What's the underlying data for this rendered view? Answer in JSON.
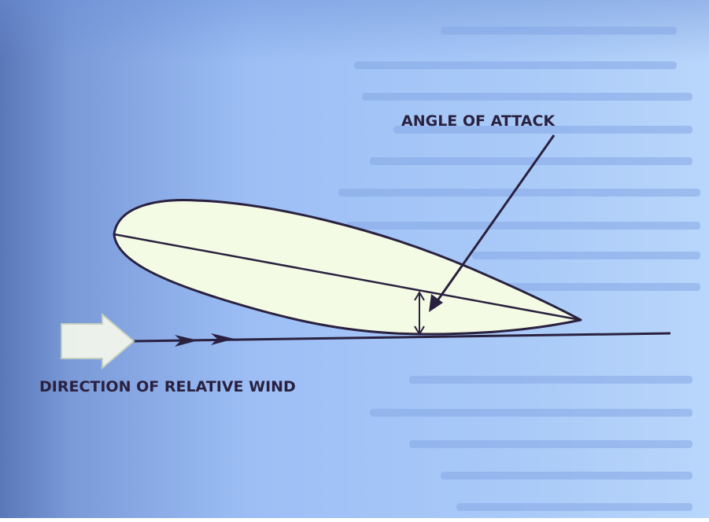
{
  "labels": {
    "angle_of_attack": "ANGLE OF ATTACK",
    "direction_of_relative_wind": "DIRECTION OF RELATIVE WIND"
  },
  "colors": {
    "page_blue": "#8fb6f2",
    "page_light": "#b9d6fb",
    "page_shadow": "#5a77b8",
    "airfoil_fill": "#f4fbe4",
    "ink": "#2a2140",
    "faint_text": "#7c9fdc",
    "arrow_fill": "#f2f6ec"
  },
  "icons": {
    "wind_arrow": "wide-block-arrow-right",
    "flow_arrowheads": "double-chevron-right"
  }
}
